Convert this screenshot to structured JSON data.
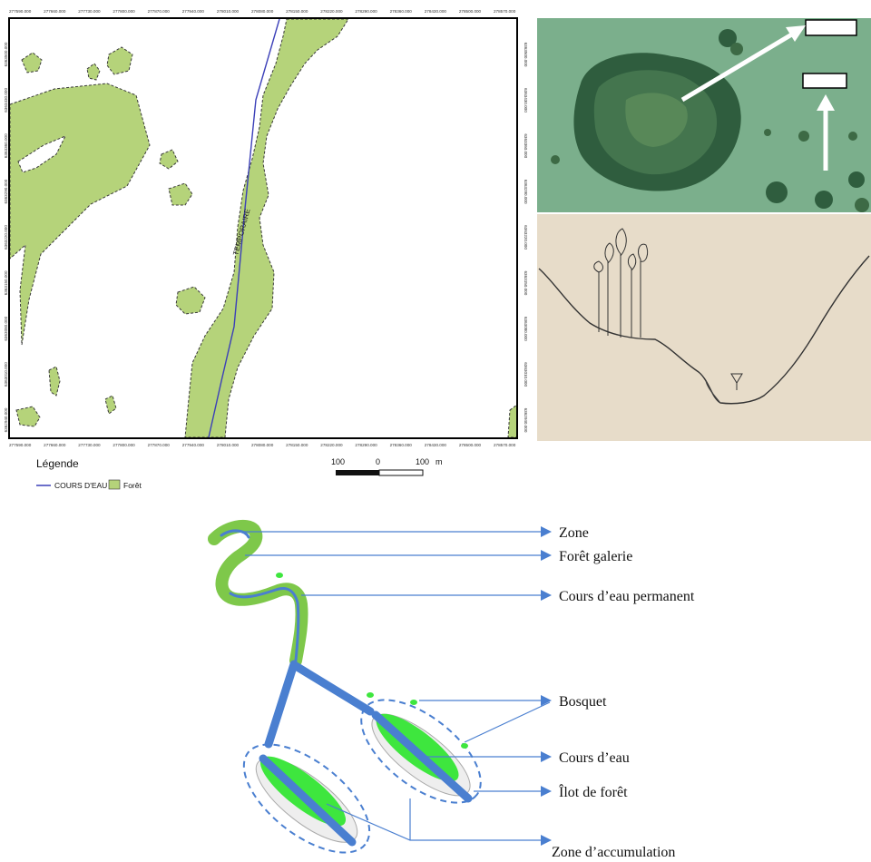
{
  "map": {
    "top_ticks": [
      "277590.000",
      "277660.000",
      "277730.000",
      "277800.000",
      "277870.000",
      "277940.000",
      "278010.000",
      "278080.000",
      "278150.000",
      "278220.000",
      "278290.000",
      "278360.000",
      "278430.000",
      "278500.000",
      "278570.000"
    ],
    "bottom_ticks": [
      "277590.000",
      "277660.000",
      "277730.000",
      "277800.000",
      "277870.000",
      "277940.000",
      "278010.000",
      "278080.000",
      "278150.000",
      "278220.000",
      "278290.000",
      "278360.000",
      "278430.000",
      "278500.000",
      "278570.000"
    ],
    "left_ticks": [
      "6363500.000",
      "6363430.000",
      "6363360.000",
      "6363290.000",
      "6363220.000",
      "6363150.000",
      "6363080.000",
      "6363010.000",
      "6362940.000"
    ],
    "right_ticks": [
      "6363500.000",
      "6363430.000",
      "6363360.000",
      "6363290.000",
      "6363220.000",
      "6363150.000",
      "6363080.000",
      "6363010.000",
      "6362940.000"
    ],
    "stream_label": "TEMPORAIRE",
    "legend_title": "Légende",
    "legend_stream": "COURS D'EAU",
    "legend_forest": "Forêt",
    "scale_left": "100",
    "scale_mid": "0",
    "scale_right": "100",
    "scale_unit": "m",
    "colors": {
      "forest": "#b5d37a",
      "stream": "#3b3fb8"
    }
  },
  "diagram": {
    "labels": {
      "zone": "Zone",
      "foret_galerie": "Forêt galerie",
      "cours_permanent": "Cours d’eau permanent",
      "bosquet": "Bosquet",
      "cours_eau": "Cours d’eau",
      "ilot": "Îlot de forêt",
      "accumulation": "Zone d’accumulation"
    },
    "colors": {
      "water": "#4a7fd0",
      "gallery": "#7ec84a",
      "island": "#3ee63e",
      "arrow": "#4a7fd0"
    }
  }
}
